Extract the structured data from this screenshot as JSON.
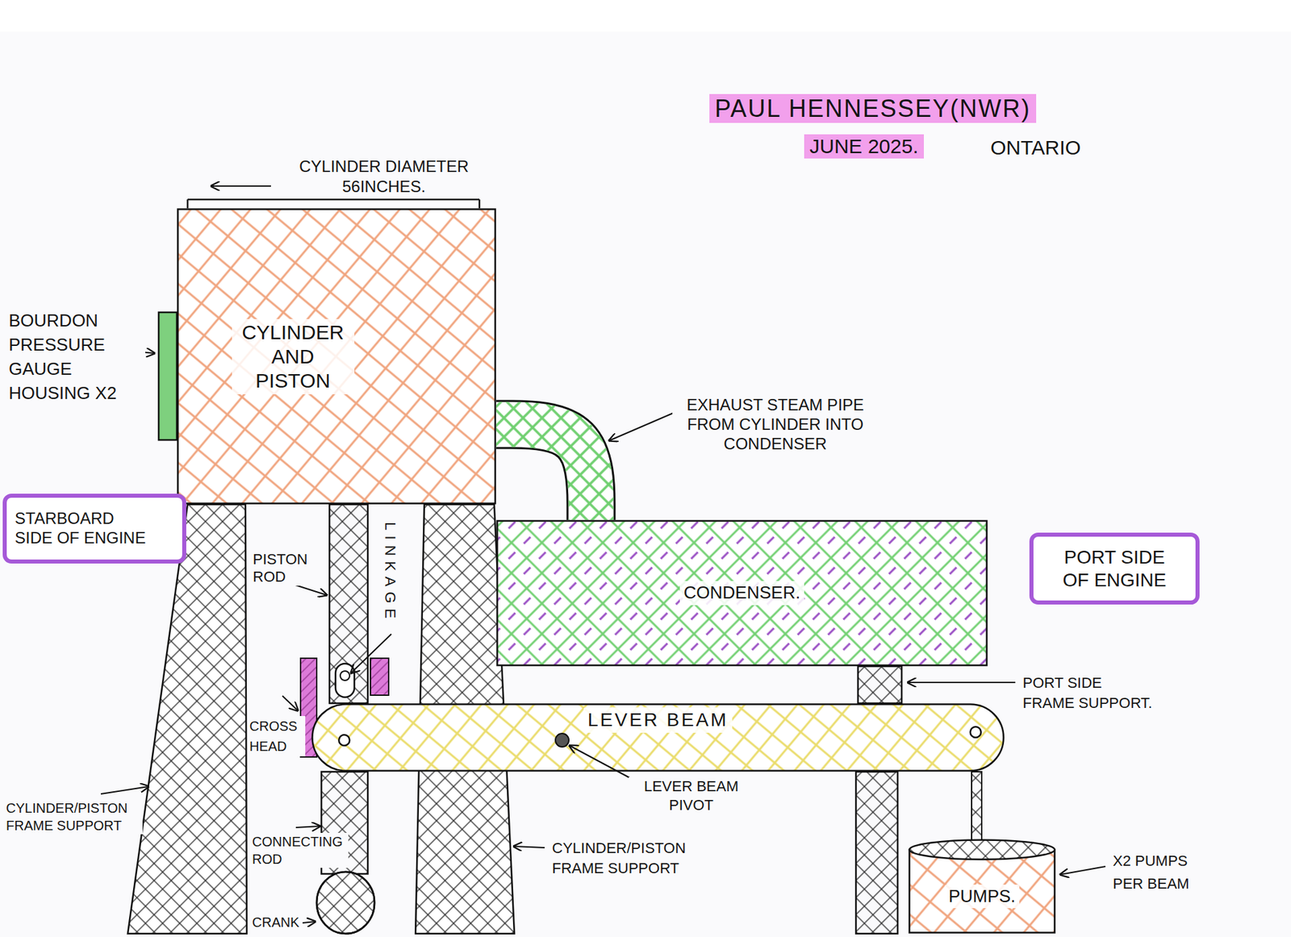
{
  "diagram": {
    "nodes": [
      {
        "text": [
          "CYLINDER AND PISTON"
        ]
      },
      {
        "text": [
          "STARBOARD SIDE OF ENGINE"
        ]
      },
      {
        "text": [
          "CONDENSER."
        ]
      },
      {
        "text": [
          "PORT SIDE OF ENGINE"
        ]
      },
      {
        "text": [
          "LEVER BEAM"
        ]
      },
      {
        "text": [
          "PUMPS."
        ]
      }
    ],
    "edges": [
      {
        "from": 0,
        "to": 2,
        "arrow": "none"
      }
    ],
    "labels": [
      "PAUL HENNESSEY(NWR)",
      "JUNE 2025.",
      "ONTARIO",
      "CYLINDER DIAMETER 56INCHES.",
      "BOURDON PRESSURE GAUGE HOUSING X2",
      "EXHAUST STEAM PIPE FROM CYLINDER INTO CONDENSER",
      "PISTON ROD",
      "LINKAGE",
      "PORT SIDE FRAME SUPPORT.",
      "CROSS HEAD",
      "LEVER BEAM PIVOT",
      "CYLINDER/PISTON FRAME SUPPORT",
      "CONNECTING ROD",
      "CYLINDER/PISTON FRAME SUPPORT",
      "X2 PUMPS PER BEAM",
      "CRANK"
    ]
  }
}
